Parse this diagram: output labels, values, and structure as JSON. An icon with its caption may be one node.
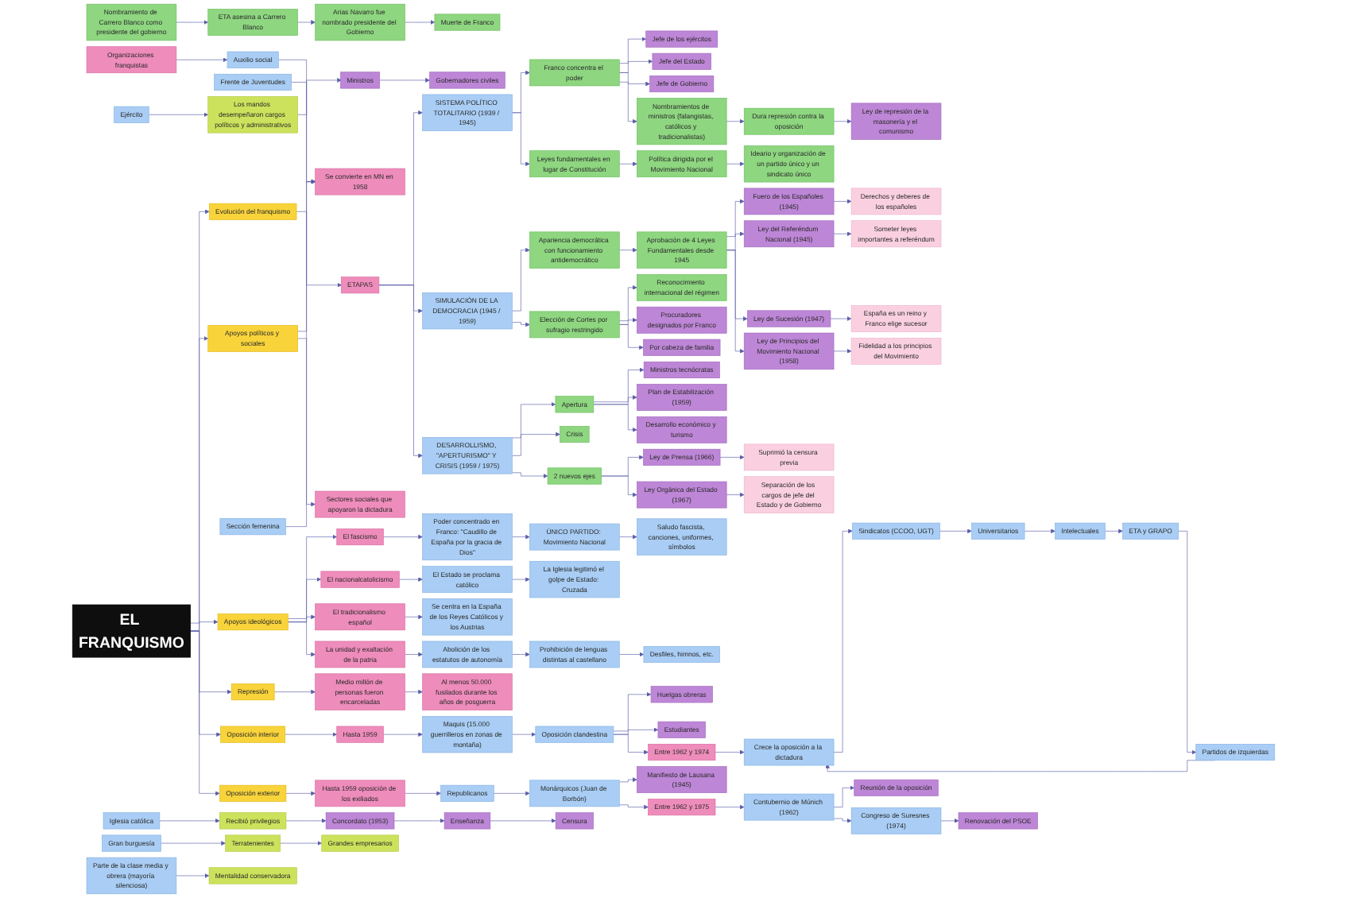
{
  "diagram": {
    "nodes": [
      {
        "text": [
          "Derechos y deberes de los españoles"
        ]
      },
      {
        "text": [
          "Someter leyes importantes a referéndum"
        ]
      },
      {
        "text": [
          "España es un reino y Franco elige sucesor"
        ]
      },
      {
        "text": [
          "Fidelidad a los principios del Movimiento"
        ]
      },
      {
        "text": [
          "Fuero de los Españoles (1945)"
        ]
      },
      {
        "text": [
          "Ley del Referéndum Nacional (1945)"
        ]
      },
      {
        "text": [
          "Ley de Sucesión (1947)"
        ]
      },
      {
        "text": [
          "Ley de Principios del Movimiento Nacional (1958)"
        ]
      },
      {
        "text": [
          "Aprobación de 4 Leyes Fundamentales desde 1945"
        ]
      },
      {
        "text": [
          "Reconocimiento internacional del régimen"
        ]
      },
      {
        "text": [
          "Apariencia democrática con funcionamiento antidemocrático"
        ]
      },
      {
        "text": [
          "Elección de Cortes por sufragio restringido"
        ]
      },
      {
        "text": [
          "Procuradores designados por Franco"
        ]
      },
      {
        "text": [
          "Por cabeza de familia"
        ]
      },
      {
        "text": [
          "Jefe del Estado"
        ]
      },
      {
        "text": [
          "Jefe de los ejércitos"
        ]
      },
      {
        "text": [
          "Jefe de Gobierno"
        ]
      },
      {
        "text": [
          "Ley de represión de la masonería y el comunismo"
        ]
      },
      {
        "text": [
          "SIMULACIÓN DE LA DEMOCRACIA (1945 / 1959)"
        ]
      },
      {
        "text": [
          "Plan de Estabilización (1959)"
        ]
      },
      {
        "text": [
          "Ministros tecnócratas"
        ]
      },
      {
        "text": [
          "Desarrollo económico y turismo"
        ]
      },
      {
        "text": [
          "Dura represión contra la oposición"
        ]
      },
      {
        "text": [
          "Nombramientos de ministros (falangistas, católicos y tradicionalistas)"
        ]
      },
      {
        "text": [
          "Franco concentra el poder"
        ]
      },
      {
        "text": [
          "SISTEMA POLÍTICO TOTALITARIO (1939 / 1945)"
        ]
      },
      {
        "text": [
          "Apertura"
        ]
      },
      {
        "text": [
          "Nombramiento de Carrero Blanco como presidente del gobierno"
        ]
      },
      {
        "text": [
          "Arias Navarro fue nombrado presidente del Gobierno"
        ]
      },
      {
        "text": [
          "DESARROLLISMO, \"APERTURISMO\" Y CRISIS (1959 / 1975)"
        ]
      },
      {
        "text": [
          "Crisis"
        ]
      },
      {
        "text": [
          "ETA asesina a Carrero Blanco"
        ]
      },
      {
        "text": [
          "Muerte de Franco"
        ]
      },
      {
        "text": [
          "Ideario y organización de un partido único y un sindicato único"
        ]
      },
      {
        "text": [
          "Política dirigida por el Movimiento Nacional"
        ]
      },
      {
        "text": [
          "Leyes fundamentales en lugar de Constitución"
        ]
      },
      {
        "text": [
          "ETAPAS"
        ]
      },
      {
        "text": [
          "2 nuevos ejes"
        ]
      },
      {
        "text": [
          "Ley de Prensa (1966)"
        ]
      },
      {
        "text": [
          "Suprimió la censura previa"
        ]
      },
      {
        "text": [
          "Ley Orgánica del Estado (1967)"
        ]
      },
      {
        "text": [
          "Separación de los cargos de jefe del Estado y de Gobierno"
        ]
      },
      {
        "text": [
          "Evolución del franquismo"
        ]
      },
      {
        "text": [
          "Frente de Juventudes"
        ]
      },
      {
        "text": [
          "El fascismo"
        ]
      },
      {
        "text": [
          "Poder concentrado en Franco: \"Caudillo de España por la gracia de Dios\""
        ]
      },
      {
        "text": [
          "ÚNICO PARTIDO: Movimiento Nacional"
        ]
      },
      {
        "text": [
          "Saludo fascista, canciones, uniformes, símbolos"
        ]
      },
      {
        "text": [
          "Organizaciones franquistas"
        ]
      },
      {
        "text": [
          "Auxilio social"
        ]
      },
      {
        "text": [
          "Se convierte en MN en 1958"
        ]
      },
      {
        "text": [
          "Apoyos políticos y sociales"
        ]
      },
      {
        "text": [
          "EL FRANQUISMO"
        ]
      },
      {
        "text": [
          "Apoyos ideológicos"
        ]
      },
      {
        "text": [
          "El nacionalcatolicismo"
        ]
      },
      {
        "text": [
          "El Estado se proclama católico"
        ]
      },
      {
        "text": [
          "La Iglesia legitimó el golpe de Estado: Cruzada"
        ]
      },
      {
        "text": [
          "Sección femenina"
        ]
      },
      {
        "text": [
          "Sectores sociales que apoyaron la dictadura"
        ]
      },
      {
        "text": [
          "El tradicionalismo español"
        ]
      },
      {
        "text": [
          "Se centra en la España de los Reyes Católicos y los Austrias"
        ]
      },
      {
        "text": [
          "Represión"
        ]
      },
      {
        "text": [
          "Oposición interior"
        ]
      },
      {
        "text": [
          "Oposición exterior"
        ]
      },
      {
        "text": [
          "La unidad y exaltación de la patria"
        ]
      },
      {
        "text": [
          "Abolición de los estatutos de autonomía"
        ]
      },
      {
        "text": [
          "Prohibición de lenguas distintas al castellano"
        ]
      },
      {
        "text": [
          "Desfiles, himnos, etc."
        ]
      },
      {
        "text": [
          "Gobernadores civiles"
        ]
      },
      {
        "text": [
          "Ministros"
        ]
      },
      {
        "text": [
          "Los mandos desempeñaron cargos políticos y administrativos"
        ]
      },
      {
        "text": [
          "Ejército"
        ]
      },
      {
        "text": [
          "Medio millón de personas fueron encarceladas"
        ]
      },
      {
        "text": [
          "Hasta 1959"
        ]
      },
      {
        "text": [
          "Hasta 1959 oposición de los exiliados"
        ]
      },
      {
        "text": [
          "Censura"
        ]
      },
      {
        "text": [
          "Enseñanza"
        ]
      },
      {
        "text": [
          "Concordato (1953)"
        ]
      },
      {
        "text": [
          "Recibió privilegios"
        ]
      },
      {
        "text": [
          "Iglesia católica"
        ]
      },
      {
        "text": [
          "Al menos 50.000 fusilados durante los años de posguerra"
        ]
      },
      {
        "text": [
          "Maquis (15.000 guerrilleros en zonas de montaña)"
        ]
      },
      {
        "text": [
          "Republicanos"
        ]
      },
      {
        "text": [
          "Grandes empresarios"
        ]
      },
      {
        "text": [
          "Terratenientes"
        ]
      },
      {
        "text": [
          "Gran burguesía"
        ]
      },
      {
        "text": [
          "Huelgas obreras"
        ]
      },
      {
        "text": [
          "Estudiantes"
        ]
      },
      {
        "text": [
          "Oposición clandestina"
        ]
      },
      {
        "text": [
          "Monárquicos (Juan de Borbón)"
        ]
      },
      {
        "text": [
          "Manifiesto de Lausana (1945)"
        ]
      },
      {
        "text": [
          "Mentalidad conservadora"
        ]
      },
      {
        "text": [
          "Parte de la clase media y obrera (mayoría silenciosa)"
        ]
      },
      {
        "text": [
          "Entre 1962 y 1974"
        ]
      },
      {
        "text": [
          "Entre 1962 y 1975"
        ]
      },
      {
        "text": [
          "ETA y GRAPO"
        ]
      },
      {
        "text": [
          "Partidos de izquierdas"
        ]
      },
      {
        "text": [
          "Crece la oposición a la dictadura"
        ]
      },
      {
        "text": [
          "Contubernio de Múnich (1962)"
        ]
      },
      {
        "text": [
          "Reunión de la oposición"
        ]
      },
      {
        "text": [
          "Intelectuales"
        ]
      },
      {
        "text": [
          "Universitarios"
        ]
      },
      {
        "text": [
          "Sindicatos (CCOO, UGT)"
        ]
      },
      {
        "text": [
          "Congreso de Suresnes (1974)"
        ]
      },
      {
        "text": [
          "Renovación del PSOE"
        ]
      }
    ],
    "edges": [
      {
        "from": 52,
        "to": 42,
        "arrow": "to"
      },
      {
        "from": 42,
        "to": 36,
        "arrow": "to"
      },
      {
        "from": 36,
        "to": 25,
        "arrow": "to"
      },
      {
        "from": 36,
        "to": 18,
        "arrow": "to"
      },
      {
        "from": 36,
        "to": 29,
        "arrow": "to"
      },
      {
        "from": 25,
        "to": 24,
        "arrow": "to"
      },
      {
        "from": 25,
        "to": 35,
        "arrow": "to"
      },
      {
        "from": 24,
        "to": 15,
        "arrow": "to"
      },
      {
        "from": 24,
        "to": 14,
        "arrow": "to"
      },
      {
        "from": 24,
        "to": 16,
        "arrow": "to"
      },
      {
        "from": 24,
        "to": 23,
        "arrow": "to"
      },
      {
        "from": 23,
        "to": 22,
        "arrow": "to"
      },
      {
        "from": 22,
        "to": 17,
        "arrow": "to"
      },
      {
        "from": 35,
        "to": 34,
        "arrow": "to"
      },
      {
        "from": 34,
        "to": 33,
        "arrow": "to"
      },
      {
        "from": 18,
        "to": 10,
        "arrow": "to"
      },
      {
        "from": 18,
        "to": 11,
        "arrow": "to"
      },
      {
        "from": 10,
        "to": 8,
        "arrow": "to"
      },
      {
        "from": 8,
        "to": 4,
        "arrow": "to"
      },
      {
        "from": 8,
        "to": 5,
        "arrow": "to"
      },
      {
        "from": 8,
        "to": 6,
        "arrow": "to"
      },
      {
        "from": 8,
        "to": 7,
        "arrow": "to"
      },
      {
        "from": 4,
        "to": 0,
        "arrow": "to"
      },
      {
        "from": 5,
        "to": 1,
        "arrow": "to"
      },
      {
        "from": 6,
        "to": 2,
        "arrow": "to"
      },
      {
        "from": 7,
        "to": 3,
        "arrow": "to"
      },
      {
        "from": 11,
        "to": 9,
        "arrow": "to"
      },
      {
        "from": 11,
        "to": 12,
        "arrow": "to"
      },
      {
        "from": 11,
        "to": 13,
        "arrow": "to"
      },
      {
        "from": 29,
        "to": 26,
        "arrow": "to"
      },
      {
        "from": 29,
        "to": 30,
        "arrow": "to"
      },
      {
        "from": 29,
        "to": 37,
        "arrow": "to"
      },
      {
        "from": 26,
        "to": 20,
        "arrow": "to"
      },
      {
        "from": 26,
        "to": 19,
        "arrow": "to"
      },
      {
        "from": 26,
        "to": 21,
        "arrow": "to"
      },
      {
        "from": 27,
        "to": 31,
        "arrow": "to"
      },
      {
        "from": 31,
        "to": 28,
        "arrow": "to"
      },
      {
        "from": 28,
        "to": 32,
        "arrow": "to"
      },
      {
        "from": 37,
        "to": 38,
        "arrow": "to"
      },
      {
        "from": 37,
        "to": 40,
        "arrow": "to"
      },
      {
        "from": 38,
        "to": 39,
        "arrow": "to"
      },
      {
        "from": 40,
        "to": 41,
        "arrow": "to"
      },
      {
        "from": 52,
        "to": 51,
        "arrow": "to"
      },
      {
        "from": 51,
        "to": 50,
        "arrow": "to"
      },
      {
        "from": 51,
        "to": 58,
        "arrow": "to"
      },
      {
        "from": 48,
        "to": 49,
        "arrow": "to"
      },
      {
        "from": 43,
        "to": 50,
        "arrow": "to"
      },
      {
        "from": 49,
        "to": 50,
        "arrow": "to"
      },
      {
        "from": 57,
        "to": 50,
        "arrow": "to"
      },
      {
        "from": 52,
        "to": 53,
        "arrow": "to"
      },
      {
        "from": 53,
        "to": 44,
        "arrow": "to"
      },
      {
        "from": 53,
        "to": 54,
        "arrow": "to"
      },
      {
        "from": 53,
        "to": 59,
        "arrow": "to"
      },
      {
        "from": 53,
        "to": 64,
        "arrow": "to"
      },
      {
        "from": 44,
        "to": 45,
        "arrow": "to"
      },
      {
        "from": 45,
        "to": 46,
        "arrow": "to"
      },
      {
        "from": 46,
        "to": 47,
        "arrow": "to"
      },
      {
        "from": 54,
        "to": 55,
        "arrow": "to"
      },
      {
        "from": 55,
        "to": 56,
        "arrow": "to"
      },
      {
        "from": 59,
        "to": 60,
        "arrow": "to"
      },
      {
        "from": 64,
        "to": 65,
        "arrow": "to"
      },
      {
        "from": 65,
        "to": 66,
        "arrow": "to"
      },
      {
        "from": 66,
        "to": 67,
        "arrow": "to"
      },
      {
        "from": 71,
        "to": 70,
        "arrow": "to"
      },
      {
        "from": 70,
        "to": 69,
        "arrow": "to"
      },
      {
        "from": 69,
        "to": 68,
        "arrow": "to"
      },
      {
        "from": 79,
        "to": 78,
        "arrow": "to"
      },
      {
        "from": 78,
        "to": 77,
        "arrow": "to"
      },
      {
        "from": 77,
        "to": 76,
        "arrow": "to"
      },
      {
        "from": 76,
        "to": 75,
        "arrow": "to"
      },
      {
        "from": 85,
        "to": 84,
        "arrow": "to"
      },
      {
        "from": 84,
        "to": 83,
        "arrow": "to"
      },
      {
        "from": 92,
        "to": 91,
        "arrow": "to"
      },
      {
        "from": 52,
        "to": 61,
        "arrow": "to"
      },
      {
        "from": 52,
        "to": 62,
        "arrow": "to"
      },
      {
        "from": 52,
        "to": 63,
        "arrow": "to"
      },
      {
        "from": 61,
        "to": 72,
        "arrow": "to"
      },
      {
        "from": 72,
        "to": 80,
        "arrow": "to"
      },
      {
        "from": 62,
        "to": 73,
        "arrow": "to"
      },
      {
        "from": 73,
        "to": 81,
        "arrow": "to"
      },
      {
        "from": 81,
        "to": 88,
        "arrow": "to"
      },
      {
        "from": 88,
        "to": 86,
        "arrow": "to"
      },
      {
        "from": 88,
        "to": 87,
        "arrow": "to"
      },
      {
        "from": 88,
        "to": 93,
        "arrow": "to"
      },
      {
        "from": 93,
        "to": 97,
        "arrow": "to"
      },
      {
        "from": 97,
        "to": 102,
        "arrow": "to"
      },
      {
        "from": 102,
        "to": 101,
        "arrow": "to"
      },
      {
        "from": 101,
        "to": 100,
        "arrow": "to"
      },
      {
        "from": 100,
        "to": 95,
        "arrow": "to"
      },
      {
        "from": 95,
        "to": 96,
        "arrow": "to"
      },
      {
        "from": 96,
        "to": 97,
        "arrow": "to"
      },
      {
        "from": 63,
        "to": 74,
        "arrow": "to"
      },
      {
        "from": 74,
        "to": 82,
        "arrow": "to"
      },
      {
        "from": 82,
        "to": 89,
        "arrow": "to"
      },
      {
        "from": 89,
        "to": 90,
        "arrow": "to"
      },
      {
        "from": 89,
        "to": 94,
        "arrow": "to"
      },
      {
        "from": 94,
        "to": 98,
        "arrow": "to"
      },
      {
        "from": 98,
        "to": 99,
        "arrow": "to"
      },
      {
        "from": 98,
        "to": 103,
        "arrow": "to"
      },
      {
        "from": 103,
        "to": 104,
        "arrow": "to"
      }
    ]
  }
}
